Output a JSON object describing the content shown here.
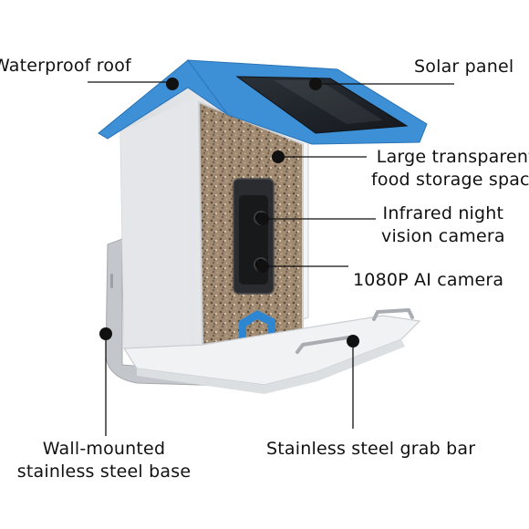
{
  "labels": {
    "waterproof_roof": "Waterproof roof",
    "solar_panel": "Solar panel",
    "storage_line1": "Large transparent",
    "storage_line2": "food storage space",
    "night_line1": "Infrared night",
    "night_line2": "vision camera",
    "ai_camera": "1080P AI camera",
    "base_line1": "Wall-mounted",
    "base_line2": "stainless steel base",
    "grab_bar": "Stainless steel grab bar"
  },
  "colors": {
    "roof_blue": "#3d8fd6",
    "solar_dark": "#1d2228",
    "body_white": "#eef0f2",
    "base_gray": "#bfc3c7",
    "seed_brown": "#a08a72",
    "latch_blue": "#2f86d0",
    "callout_black": "#111111"
  }
}
